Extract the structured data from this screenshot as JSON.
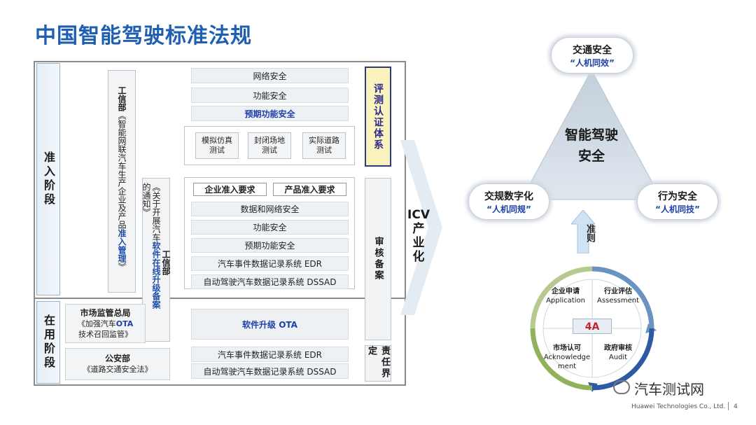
{
  "title": "中国智能驾驶标准法规",
  "stages": {
    "access": "准入阶段",
    "inuse": "在用阶段"
  },
  "miit_doc": {
    "org": "工信部",
    "pre": "《智能网联汽车生产企业及产品",
    "highlight": "准入管理",
    "post": "》"
  },
  "ota_notice": {
    "pre": "《关于开展汽车",
    "highlight": "软件在线升级备案",
    "post": "的通知》",
    "org": "工信部"
  },
  "top_bars": [
    "网络安全",
    "功能安全",
    "预期功能安全"
  ],
  "tests": [
    [
      "模拟仿真",
      "测试"
    ],
    [
      "封闭场地",
      "测试"
    ],
    [
      "实际道路",
      "测试"
    ]
  ],
  "requirements": [
    "企业准入要求",
    "产品准入要求"
  ],
  "mid_bars": [
    "数据和网络安全",
    "功能安全",
    "预期功能安全",
    "汽车事件数据记录系统 EDR",
    "自动驾驶汽车数据记录系统 DSSAD"
  ],
  "side": {
    "cert": "评测认证体系",
    "review": "审核备案",
    "liability": "责任界定"
  },
  "samr": {
    "org": "市场监管总局",
    "line1_pre": "《加强汽车",
    "line1_hl": "OTA",
    "line2": "技术召回监管》"
  },
  "mps": {
    "org": "公安部",
    "law": "《道路交通安全法》"
  },
  "inuse_bars": [
    "软件升级 OTA",
    "汽车事件数据记录系统 EDR",
    "自动驾驶汽车数据记录系统 DSSAD"
  ],
  "icv": [
    "ICV",
    "产",
    "业",
    "化"
  ],
  "triangle": {
    "center_l1": "智能驾驶",
    "center_l2": "安全"
  },
  "pills": {
    "top": {
      "h": "交通安全",
      "s": "“人机同效”"
    },
    "left": {
      "h": "交规数字化",
      "s": "“人机同规”"
    },
    "right": {
      "h": "行为安全",
      "s": "“人机同技”"
    }
  },
  "criterion": "准则",
  "cycle": {
    "center": "4A",
    "q1": {
      "t": "企业申请",
      "e": "Application"
    },
    "q2": {
      "t": "行业评估",
      "e": "Assessment"
    },
    "q3": {
      "t": "市场认可",
      "e1": "Acknowledge",
      "e2": "ment"
    },
    "q4": {
      "t": "政府审核",
      "e": "Audit"
    }
  },
  "watermark": "汽车测试网",
  "footer": "Huawei Technologies Co., Ltd.",
  "page": "4",
  "colors": {
    "accent": "#1f5fb3",
    "highlight_blue": "#1f3fa8",
    "yellow": "#fbf3bd"
  }
}
